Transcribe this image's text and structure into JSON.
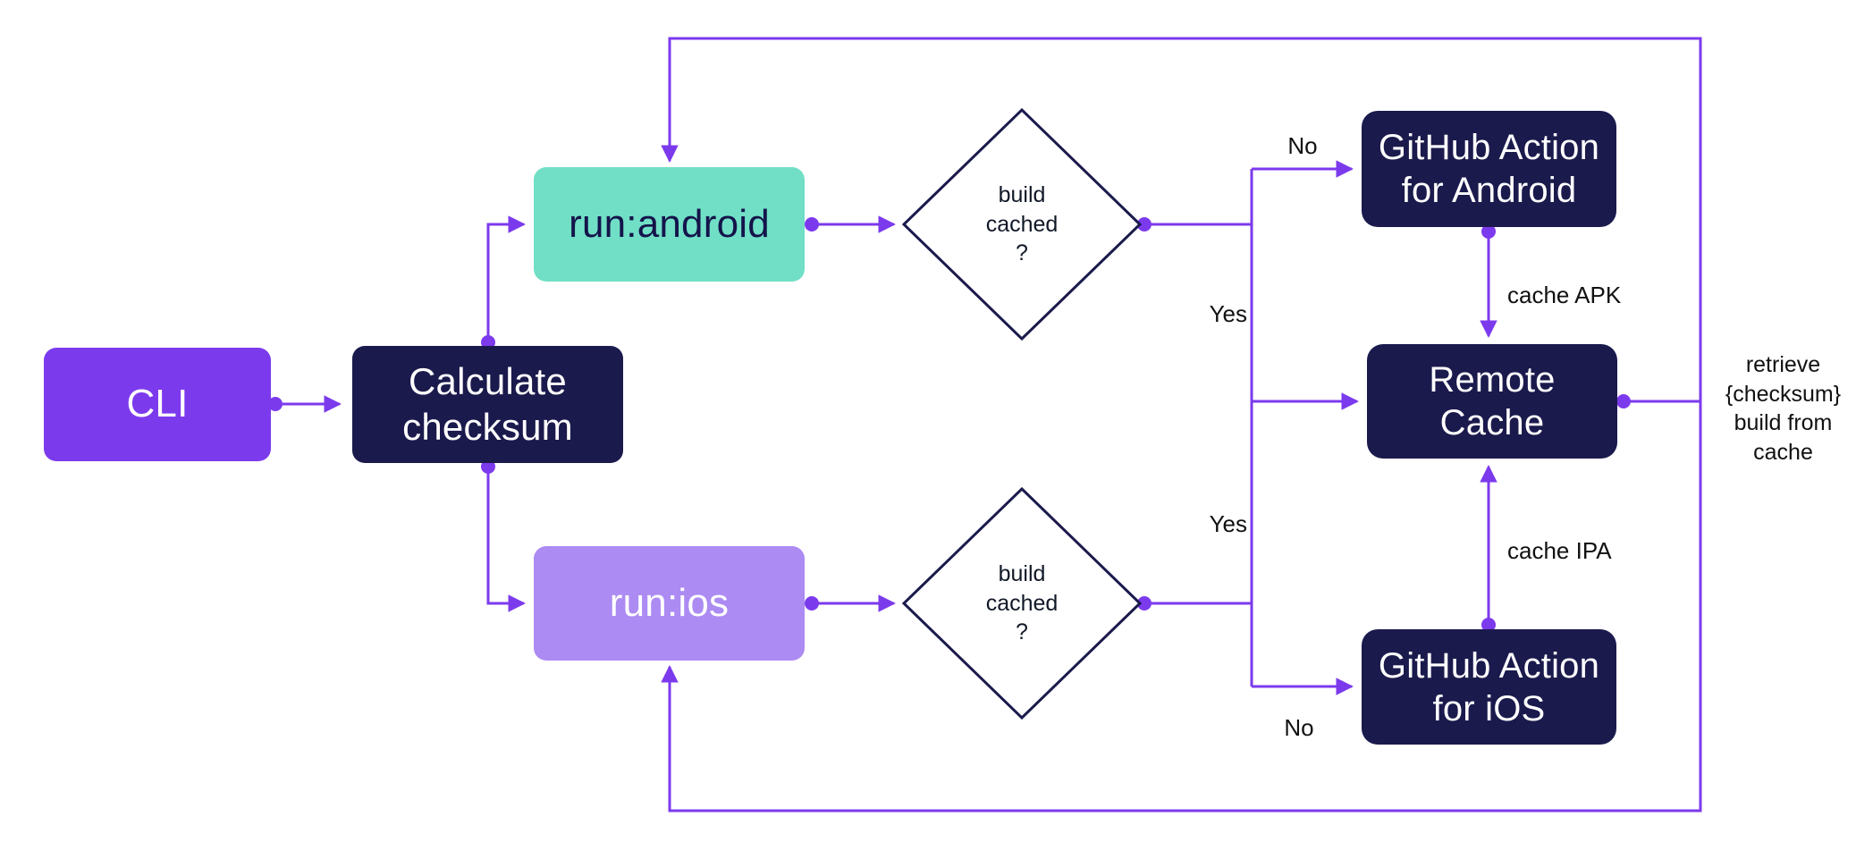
{
  "colors": {
    "accent_purple": "#7C3AED",
    "dark_navy": "#1B1A4D",
    "teal": "#70DFC6",
    "lavender": "#AC8BF2",
    "label_text": "#111111",
    "background": "#ffffff"
  },
  "nodes": {
    "cli": {
      "label": "CLI"
    },
    "calculate_checksum": {
      "label": "Calculate\nchecksum"
    },
    "run_android": {
      "label": "run:android"
    },
    "run_ios": {
      "label": "run:ios"
    },
    "decision_android": {
      "label": "build\ncached\n?"
    },
    "decision_ios": {
      "label": "build\ncached\n?"
    },
    "github_action_android": {
      "label": "GitHub Action\nfor Android"
    },
    "remote_cache": {
      "label": "Remote\nCache"
    },
    "github_action_ios": {
      "label": "GitHub Action\nfor iOS"
    }
  },
  "edge_labels": {
    "android_no": "No",
    "android_yes": "Yes",
    "ios_yes": "Yes",
    "ios_no": "No",
    "cache_apk": "cache APK",
    "cache_ipa": "cache IPA",
    "retrieve_from_cache": "retrieve\n{checksum}\nbuild from\ncache"
  }
}
